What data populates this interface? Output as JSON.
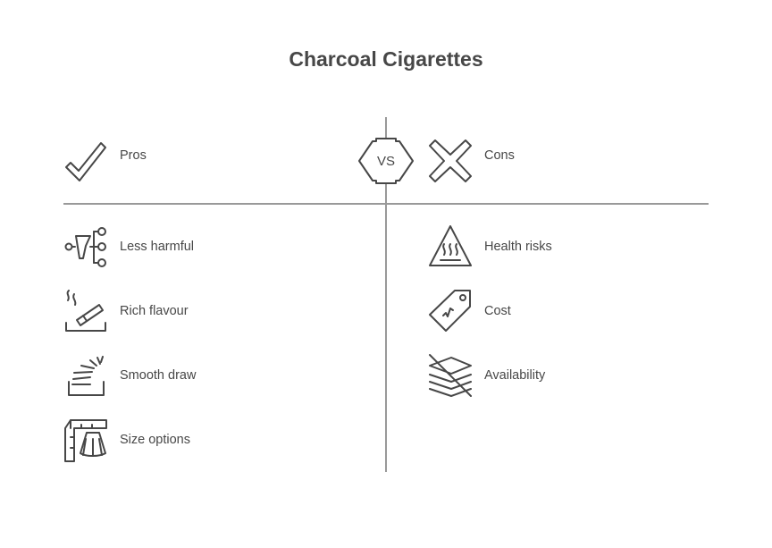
{
  "title": "Charcoal Cigarettes",
  "vs_label": "VS",
  "pros": {
    "header": "Pros",
    "items": [
      "Less harmful",
      "Rich flavour",
      "Smooth draw",
      "Size options"
    ]
  },
  "cons": {
    "header": "Cons",
    "items": [
      "Health risks",
      "Cost",
      "Availability"
    ]
  }
}
